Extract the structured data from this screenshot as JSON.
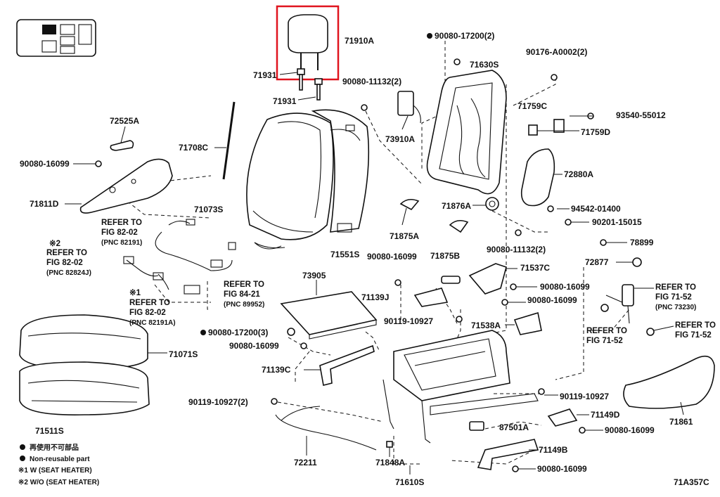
{
  "diagram": {
    "code": "71A357C",
    "highlight_color": "#e0141e",
    "parts": {
      "p71910A": "71910A",
      "p71931a": "71931",
      "p71931b": "71931",
      "p72525A": "72525A",
      "p71708C": "71708C",
      "p90080_16099_a": "90080-16099",
      "p71811D": "71811D",
      "p71073S": "71073S",
      "p71551S": "71551S",
      "p90080_11132_a": "90080-11132(2)",
      "p73910A": "73910A",
      "p90080_17200_a": "90080-17200(2)",
      "p71630S": "71630S",
      "p90176": "90176-A0002(2)",
      "p71759C": "71759C",
      "p93540": "93540-55012",
      "p71759D": "71759D",
      "p72880A": "72880A",
      "p94542": "94542-01400",
      "p90201": "90201-15015",
      "p78899": "78899",
      "p72877": "72877",
      "p71876A": "71876A",
      "p71875A": "71875A",
      "p90080_11132_b": "90080-11132(2)",
      "p90080_16099_b": "90080-16099",
      "p71875B": "71875B",
      "p71537C": "71537C",
      "p90080_16099_c": "90080-16099",
      "p90080_16099_d": "90080-16099",
      "p73905": "73905",
      "p71139J": "71139J",
      "p90119_10927_a": "90119-10927",
      "p71538A": "71538A",
      "p90080_17200_b": "90080-17200(3)",
      "p90080_16099_e": "90080-16099",
      "p71139C": "71139C",
      "p71071S": "71071S",
      "p71511S": "71511S",
      "p90119_10927_b": "90119-10927(2)",
      "p90119_10927_c": "90119-10927",
      "p71149D": "71149D",
      "p87501A": "87501A",
      "p90080_16099_f": "90080-16099",
      "p71149B": "71149B",
      "p90080_16099_g": "90080-16099",
      "p71861": "71861",
      "p72211": "72211",
      "p71848A": "71848A",
      "p71610S": "71610S"
    },
    "refs": {
      "r1": [
        "REFER TO",
        "FIG 82-02",
        "(PNC 82191)"
      ],
      "r2": [
        "※2",
        "REFER TO",
        "FIG 82-02",
        "(PNC 82824J)"
      ],
      "r3": [
        "※1",
        "REFER TO",
        "FIG 82-02",
        "(PNC 82191A)"
      ],
      "r4": [
        "REFER TO",
        "FIG 84-21",
        "(PNC 89952)"
      ],
      "r5": [
        "REFER TO",
        "FIG 71-52",
        "(PNC 73230)"
      ],
      "r6": [
        "REFER TO",
        "FIG 71-52"
      ],
      "r7": [
        "REFER TO",
        "FIG 71-52"
      ]
    },
    "legend": {
      "reuse_jp": "再使用不可部品",
      "non_reusable": "Non-reusable part",
      "note1": "※1  W (SEAT HEATER)",
      "note2": "※2  W/O (SEAT HEATER)"
    }
  }
}
